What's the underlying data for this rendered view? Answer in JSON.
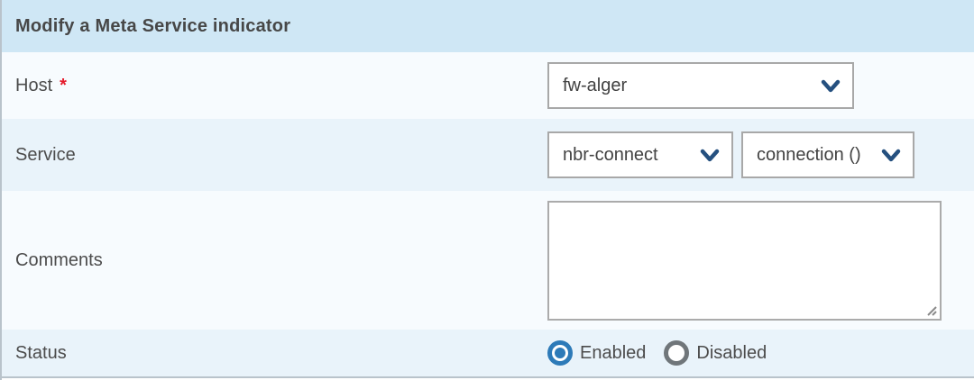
{
  "form": {
    "title": "Modify a Meta Service indicator",
    "required_marker": "*",
    "rows": {
      "host": {
        "label": "Host",
        "required": true,
        "value": "fw-alger"
      },
      "service": {
        "label": "Service",
        "selects": [
          {
            "value": "nbr-connect"
          },
          {
            "value": "connection ()"
          }
        ]
      },
      "comments": {
        "label": "Comments",
        "value": ""
      },
      "status": {
        "label": "Status",
        "options": [
          {
            "label": "Enabled",
            "selected": true
          },
          {
            "label": "Disabled",
            "selected": false
          }
        ]
      }
    },
    "colors": {
      "header_bg": "#cfe7f5",
      "row_light": "#f7fbfe",
      "row_shaded": "#e9f3fa",
      "accent_blue": "#2d7ab8",
      "chevron_blue": "#25507f",
      "required_red": "#e51a2b",
      "border_gray": "#a8a8a8"
    }
  }
}
